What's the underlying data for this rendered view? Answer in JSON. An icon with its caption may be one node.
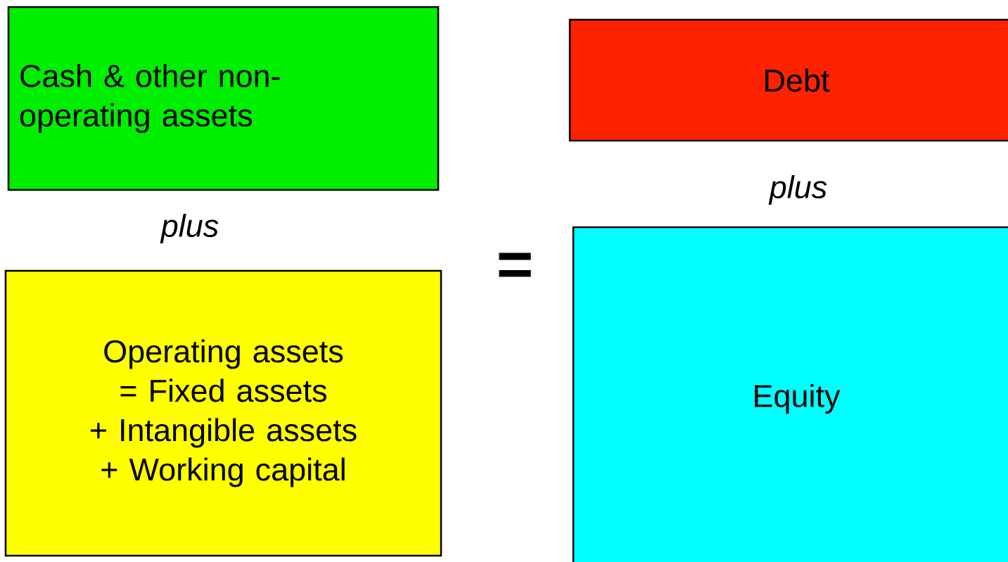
{
  "diagram": {
    "nodes": [
      {
        "text": [
          "Cash & other non-operating assets"
        ]
      },
      {
        "text": [
          "Operating assets",
          "= Fixed assets",
          "+ Intangible assets",
          "+ Working capital"
        ]
      },
      {
        "text": [
          "Debt"
        ]
      },
      {
        "text": [
          "Equity"
        ]
      }
    ],
    "labels": [
      "plus",
      "=",
      "plus"
    ]
  }
}
